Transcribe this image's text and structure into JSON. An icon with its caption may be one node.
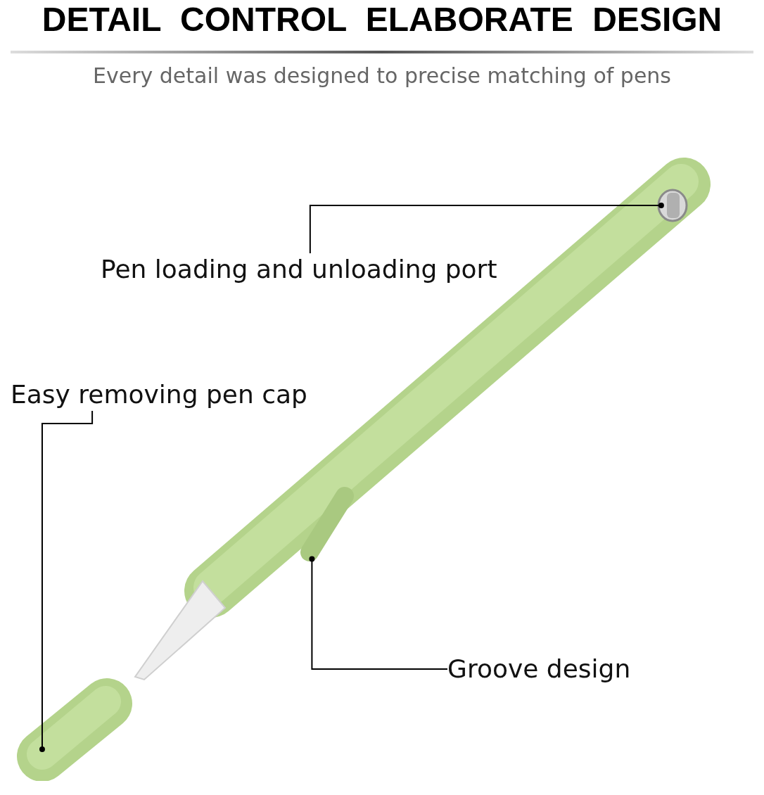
{
  "diagram": {
    "title": "DETAIL CONTROL ELABORATE DESIGN",
    "nodes": [
      {
        "text": [
          "Pen loading and unloading port"
        ]
      },
      {
        "text": [],
        "shape": "picture"
      },
      {
        "text": [
          "Easy removing pen cap"
        ]
      },
      {
        "text": [],
        "shape": "picture"
      },
      {
        "text": [
          "Groove design"
        ]
      },
      {
        "text": [],
        "shape": "picture"
      }
    ],
    "edges": [
      {
        "from": 0,
        "to": 1,
        "arrow": "other"
      },
      {
        "from": 2,
        "to": 3,
        "arrow": "other"
      },
      {
        "from": 4,
        "to": 5,
        "arrow": "other"
      }
    ],
    "labels": [
      "Every detail was designed to precise matching of pens"
    ]
  }
}
